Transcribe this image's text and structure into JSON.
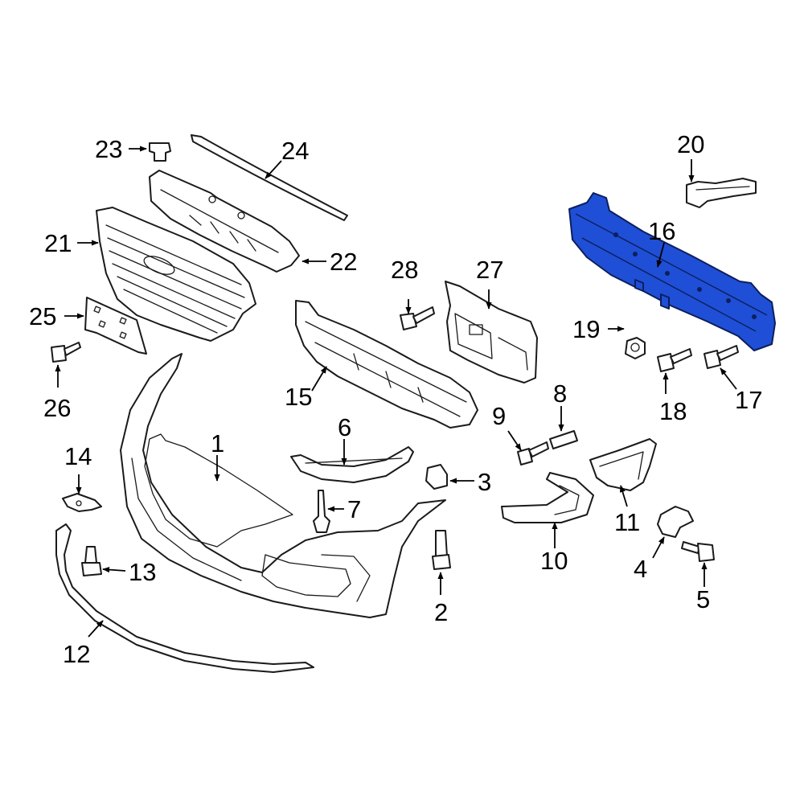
{
  "diagram": {
    "highlight_color": "#1f4fd6",
    "highlighted_part": "16",
    "callouts": [
      {
        "id": "c1",
        "label": "1"
      },
      {
        "id": "c2",
        "label": "2"
      },
      {
        "id": "c3",
        "label": "3"
      },
      {
        "id": "c4",
        "label": "4"
      },
      {
        "id": "c5",
        "label": "5"
      },
      {
        "id": "c6",
        "label": "6"
      },
      {
        "id": "c7",
        "label": "7"
      },
      {
        "id": "c8",
        "label": "8"
      },
      {
        "id": "c9",
        "label": "9"
      },
      {
        "id": "c10",
        "label": "10"
      },
      {
        "id": "c11",
        "label": "11"
      },
      {
        "id": "c12",
        "label": "12"
      },
      {
        "id": "c13",
        "label": "13"
      },
      {
        "id": "c14",
        "label": "14"
      },
      {
        "id": "c15",
        "label": "15"
      },
      {
        "id": "c16",
        "label": "16"
      },
      {
        "id": "c17",
        "label": "17"
      },
      {
        "id": "c18",
        "label": "18"
      },
      {
        "id": "c19",
        "label": "19"
      },
      {
        "id": "c20",
        "label": "20"
      },
      {
        "id": "c21",
        "label": "21"
      },
      {
        "id": "c22",
        "label": "22"
      },
      {
        "id": "c23",
        "label": "23"
      },
      {
        "id": "c24",
        "label": "24"
      },
      {
        "id": "c25",
        "label": "25"
      },
      {
        "id": "c26",
        "label": "26"
      },
      {
        "id": "c27",
        "label": "27"
      },
      {
        "id": "c28",
        "label": "28"
      }
    ]
  }
}
